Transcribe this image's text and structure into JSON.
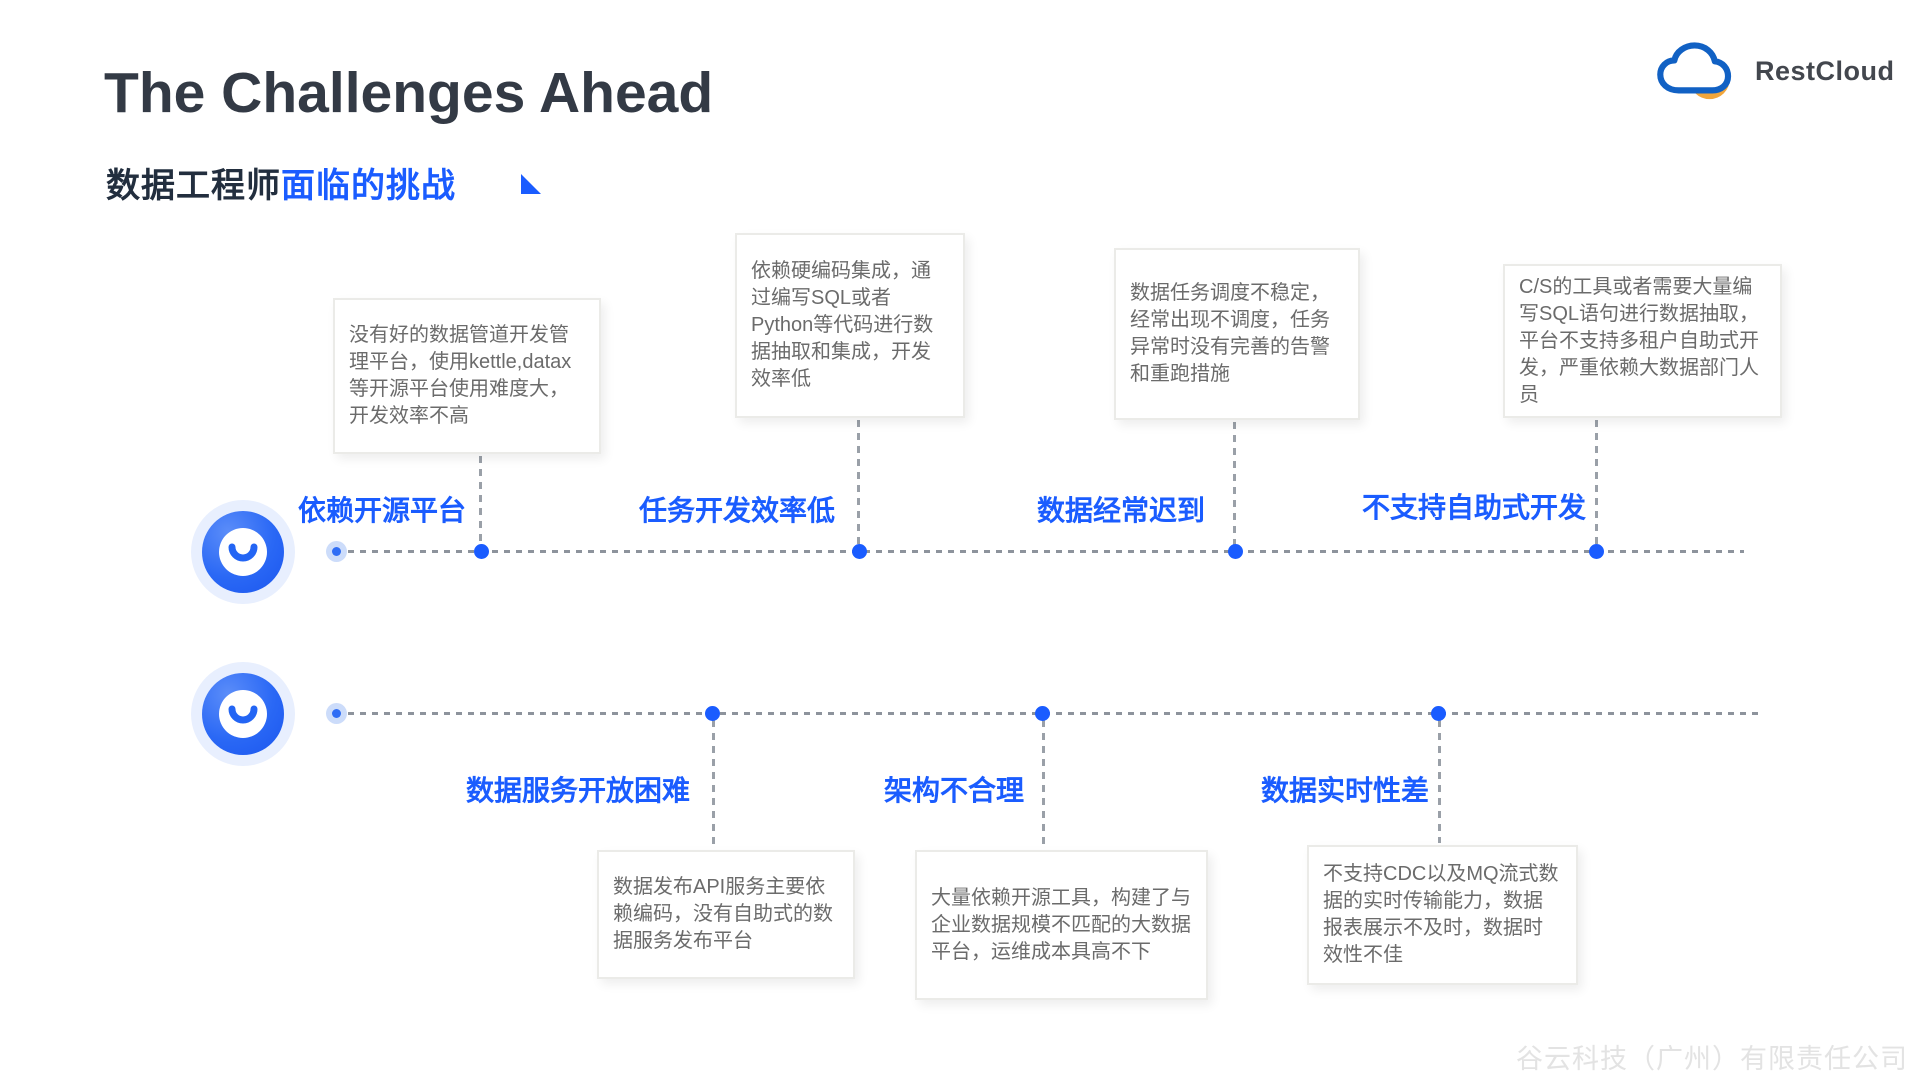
{
  "header": {
    "title": "The Challenges Ahead",
    "subtitle_dark": "数据工程师",
    "subtitle_blue": "面临的挑战",
    "logo_text": "RestCloud"
  },
  "top_timeline": {
    "items": [
      {
        "label": "依赖开源平台",
        "note": "没有好的数据管道开发管理平台，使用kettle,datax等开源平台使用难度大，开发效率不高"
      },
      {
        "label": "任务开发效率低",
        "note": "依赖硬编码集成，通过编写SQL或者Python等代码进行数据抽取和集成，开发效率低"
      },
      {
        "label": "数据经常迟到",
        "note": "数据任务调度不稳定，经常出现不调度，任务异常时没有完善的告警和重跑措施"
      },
      {
        "label": "不支持自助式开发",
        "note": "C/S的工具或者需要大量编写SQL语句进行数据抽取，平台不支持多租户自助式开发，严重依赖大数据部门人员"
      }
    ]
  },
  "bottom_timeline": {
    "items": [
      {
        "label": "数据服务开放困难",
        "note": "数据发布API服务主要依赖编码，没有自助式的数据服务发布平台"
      },
      {
        "label": "架构不合理",
        "note": "大量依赖开源工具，构建了与企业数据规模不匹配的大数据平台，运维成本具高不下"
      },
      {
        "label": "数据实时性差",
        "note": "不支持CDC以及MQ流式数据的实时传输能力，数据报表展示不及时，数据时效性不佳"
      }
    ]
  },
  "footer": {
    "company": "谷云科技（广州）有限责任公司"
  },
  "colors": {
    "accent_blue": "#1a5cff",
    "title_dark": "#333a45",
    "note_text_gray": "#6b6b6b",
    "dashed_line_gray": "#8d939c",
    "logo_cloud_blue": "#1161c4",
    "logo_swoosh_orange": "#f2a63b",
    "footer_gray": "#e3e3e3"
  }
}
